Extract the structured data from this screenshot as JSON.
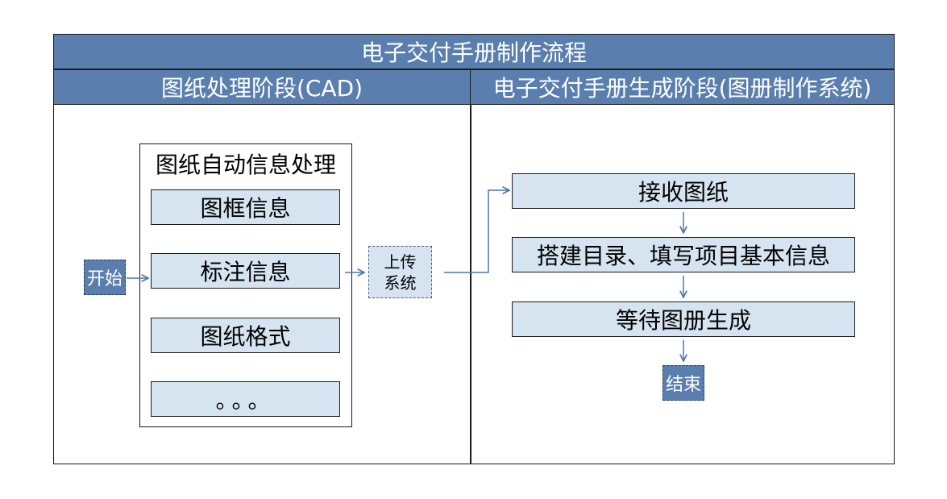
{
  "title": "电子交付手册制作流程",
  "columns": {
    "left": "图纸处理阶段(CAD)",
    "right": "电子交付手册生成阶段(图册制作系统)"
  },
  "left_stage": {
    "start": "开始",
    "group_title": "图纸自动信息处理",
    "items": [
      "图框信息",
      "标注信息",
      "图纸格式",
      "。。。"
    ],
    "upload_line1": "上传",
    "upload_line2": "系统"
  },
  "right_stage": {
    "steps": [
      "接收图纸",
      "搭建目录、填写项目基本信息",
      "等待图册生成"
    ],
    "end": "结束"
  },
  "colors": {
    "header_fill": "#5a7fae",
    "box_fill": "#d6e4f1",
    "arrow": "#4a78b0"
  }
}
